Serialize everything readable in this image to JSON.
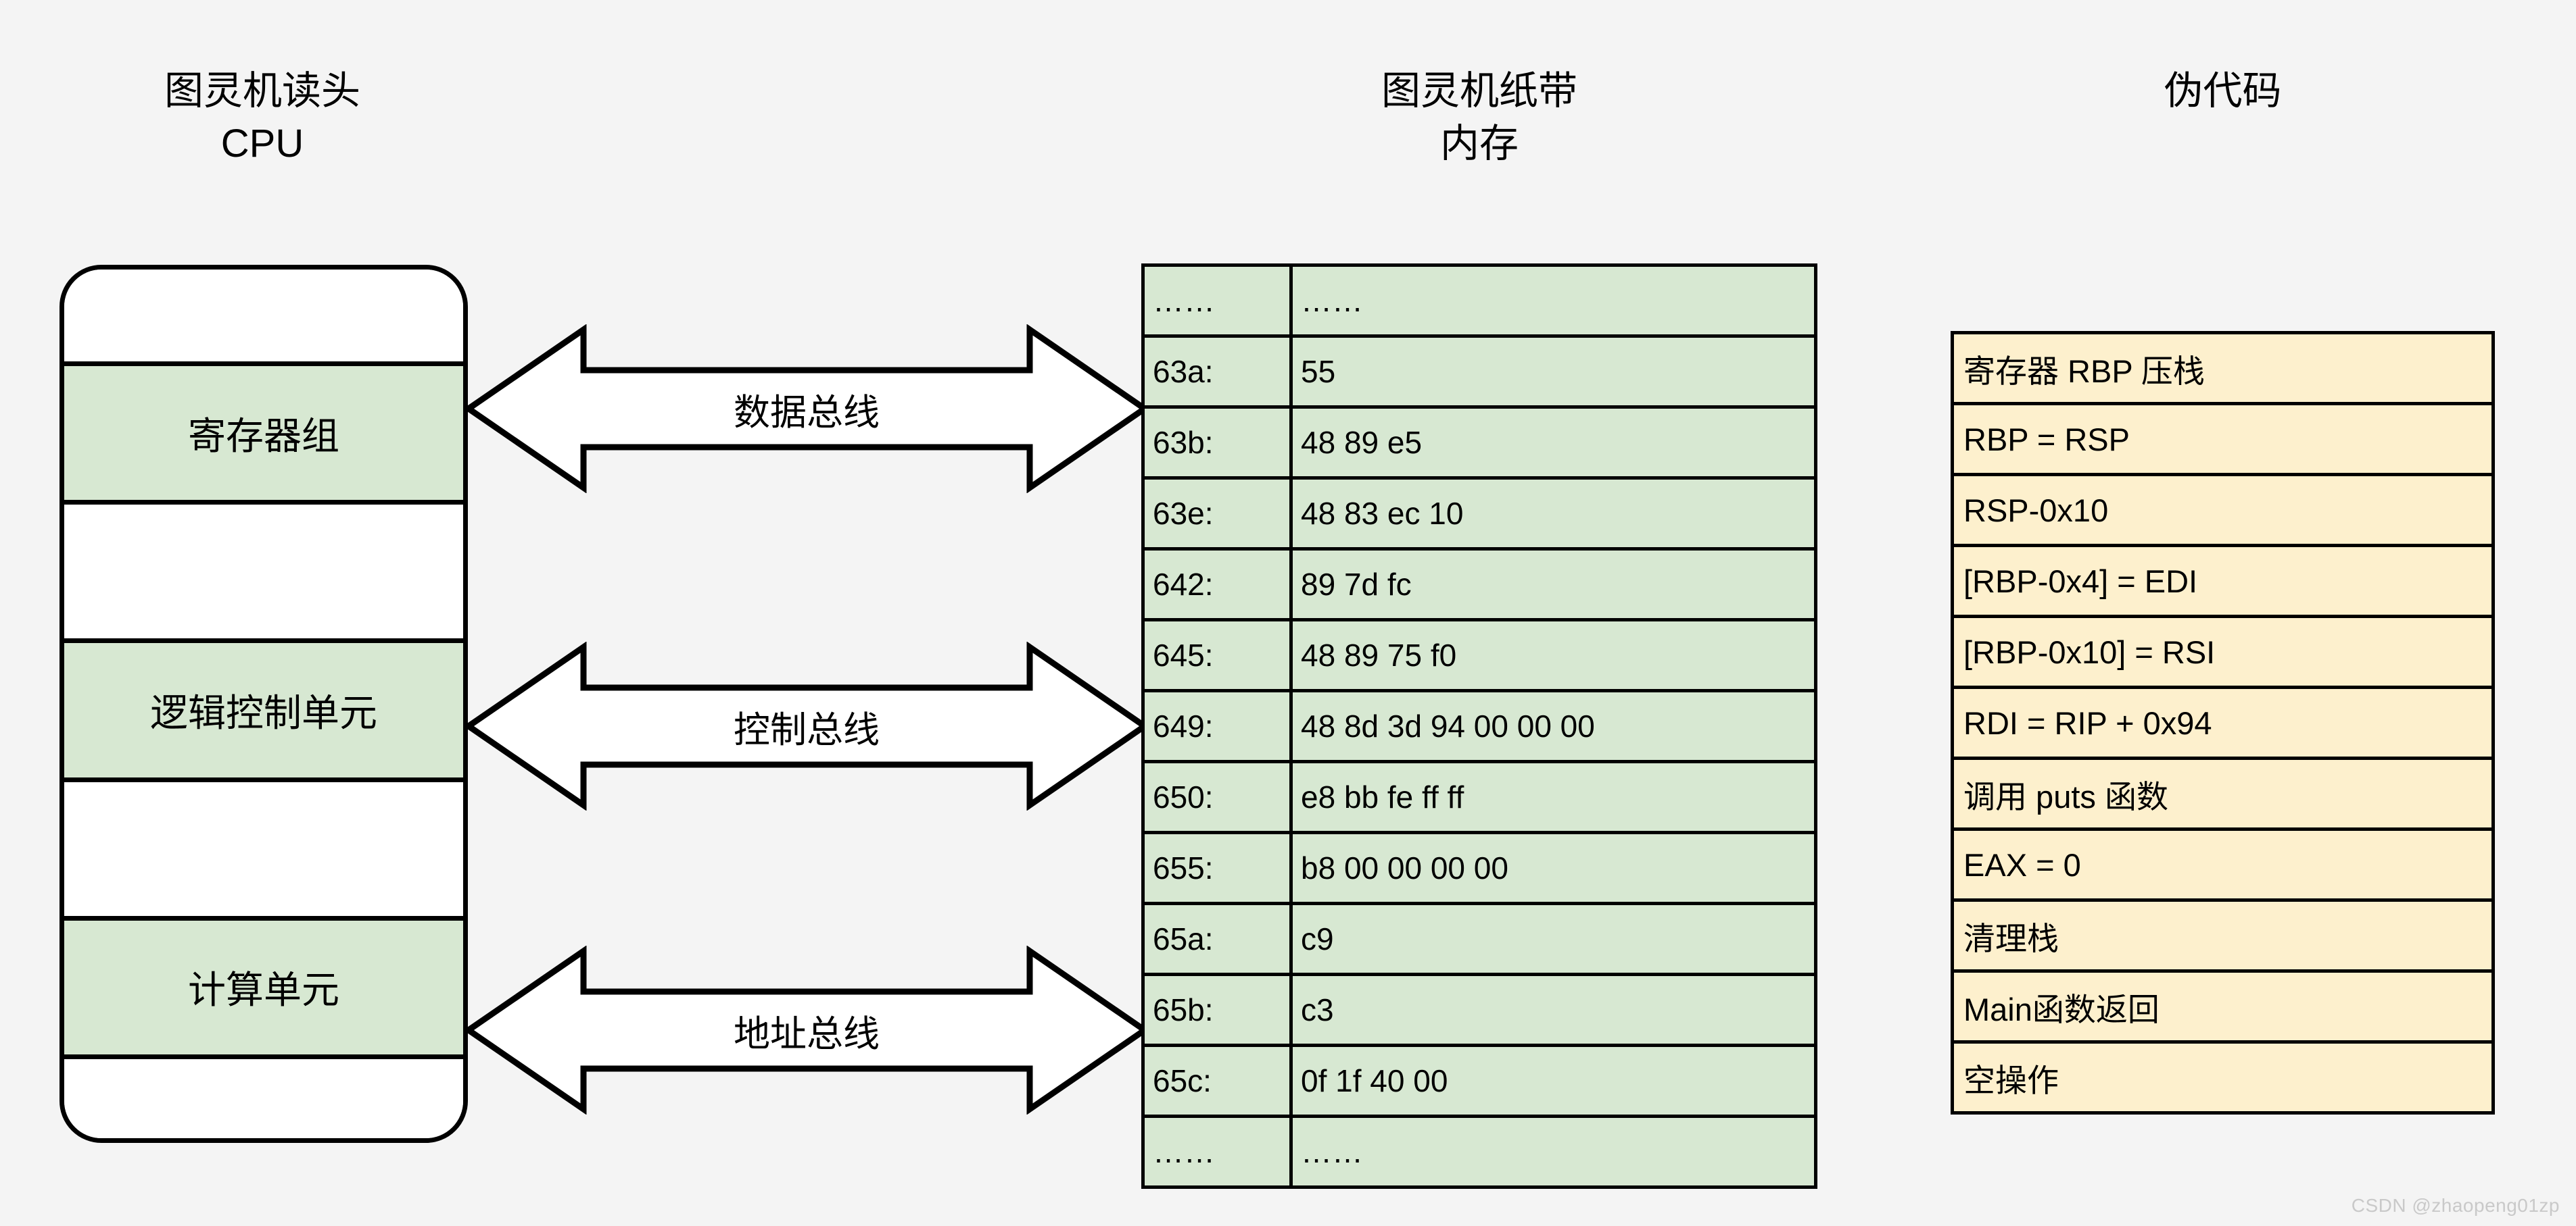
{
  "headings": {
    "cpu": {
      "line1": "图灵机读头",
      "line2": "CPU"
    },
    "memory": {
      "line1": "图灵机纸带",
      "line2": "内存"
    },
    "pseudocode": {
      "line1": "伪代码",
      "line2": ""
    }
  },
  "cpu": {
    "bands": [
      {
        "label": "",
        "filled": false
      },
      {
        "label": "寄存器组",
        "filled": true
      },
      {
        "label": "",
        "filled": false
      },
      {
        "label": "逻辑控制单元",
        "filled": true
      },
      {
        "label": "",
        "filled": false
      },
      {
        "label": "计算单元",
        "filled": true
      },
      {
        "label": "",
        "filled": false
      }
    ]
  },
  "buses": [
    {
      "label": "数据总线",
      "direction": "bidirectional"
    },
    {
      "label": "控制总线",
      "direction": "bidirectional"
    },
    {
      "label": "地址总线",
      "direction": "bidirectional"
    }
  ],
  "memory": {
    "rows": [
      {
        "address": "……",
        "bytes": "……"
      },
      {
        "address": "63a:",
        "bytes": "55"
      },
      {
        "address": "63b:",
        "bytes": "48 89 e5"
      },
      {
        "address": "63e:",
        "bytes": "48 83 ec 10"
      },
      {
        "address": "642:",
        "bytes": "89 7d fc"
      },
      {
        "address": "645:",
        "bytes": "48 89 75 f0"
      },
      {
        "address": "649:",
        "bytes": "48 8d 3d 94 00 00 00"
      },
      {
        "address": "650:",
        "bytes": "e8 bb fe ff ff"
      },
      {
        "address": "655:",
        "bytes": "b8 00 00 00 00"
      },
      {
        "address": "65a:",
        "bytes": "c9"
      },
      {
        "address": "65b:",
        "bytes": "c3"
      },
      {
        "address": "65c:",
        "bytes": "0f 1f 40 00"
      },
      {
        "address": "……",
        "bytes": "……"
      }
    ]
  },
  "pseudocode": {
    "rows": [
      {
        "text": "寄存器 RBP 压栈"
      },
      {
        "text": "RBP = RSP"
      },
      {
        "text": "RSP-0x10"
      },
      {
        "text": "[RBP-0x4] = EDI"
      },
      {
        "text": "[RBP-0x10] = RSI"
      },
      {
        "text": "RDI = RIP + 0x94"
      },
      {
        "text": "调用 puts 函数"
      },
      {
        "text": "EAX = 0"
      },
      {
        "text": "清理栈"
      },
      {
        "text": "Main函数返回"
      },
      {
        "text": "空操作"
      }
    ]
  },
  "watermark": {
    "text": "CSDN @zhaopeng01zp"
  },
  "colors": {
    "background": "#f4f4f4",
    "memory_fill": "#d7e8d2",
    "pseudocode_fill": "#fdf0cd",
    "stroke": "#000000",
    "cpu_blank_fill": "#ffffff"
  }
}
